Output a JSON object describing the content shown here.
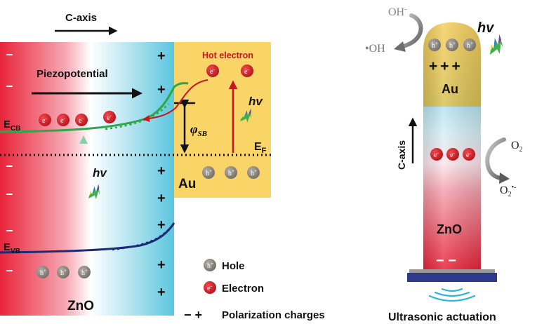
{
  "band_panel": {
    "c_axis_label": "C-axis",
    "piezopotential_label": "Piezopotential",
    "hot_electron_label": "Hot electron",
    "hv_label": "hv",
    "ecb_label": {
      "main": "E",
      "sub": "CB"
    },
    "evb_label": {
      "main": "E",
      "sub": "VB"
    },
    "ef_label": {
      "main": "E",
      "sub": "F"
    },
    "phi_label": {
      "main": "φ",
      "sub": "SB"
    },
    "au_label": "Au",
    "zno_label": "ZnO",
    "negative_sign": "−",
    "positive_sign": "+",
    "electron_symbol": "e",
    "electron_charge": "-",
    "hole_symbol": "h",
    "hole_charge": "+"
  },
  "legend": {
    "hole_label": "Hole",
    "electron_label": "Electron",
    "polarization_label": "Polarization charges",
    "polarization_symbols": "− +"
  },
  "nanorod_panel": {
    "oh_minus_label": {
      "main": "OH",
      "sup": "-"
    },
    "oh_radical_label": "•OH",
    "o2_label": {
      "main": "O",
      "sub": "2"
    },
    "superoxide_label": {
      "main": "O",
      "sub": "2",
      "sup": "•-"
    },
    "au_label": "Au",
    "zno_label": "ZnO",
    "c_axis_label": "C-axis",
    "hv_label": "hv",
    "plus_charges": "+++",
    "minus_charges": "− −",
    "actuation_label": "Ultrasonic actuation"
  },
  "colors": {
    "zno_red": "#e8243a",
    "zno_cyan": "#5bc6de",
    "au_gold": "#f9d568",
    "cb_green": "#2ca84a",
    "vb_navy": "#1d2a78",
    "hot_electron_red": "#c8171e",
    "electron_red": "#cf2027",
    "hole_gray": "#8d8880",
    "transducer_blue": "#2d3a8c",
    "wave_cyan": "#2cb5d8"
  }
}
